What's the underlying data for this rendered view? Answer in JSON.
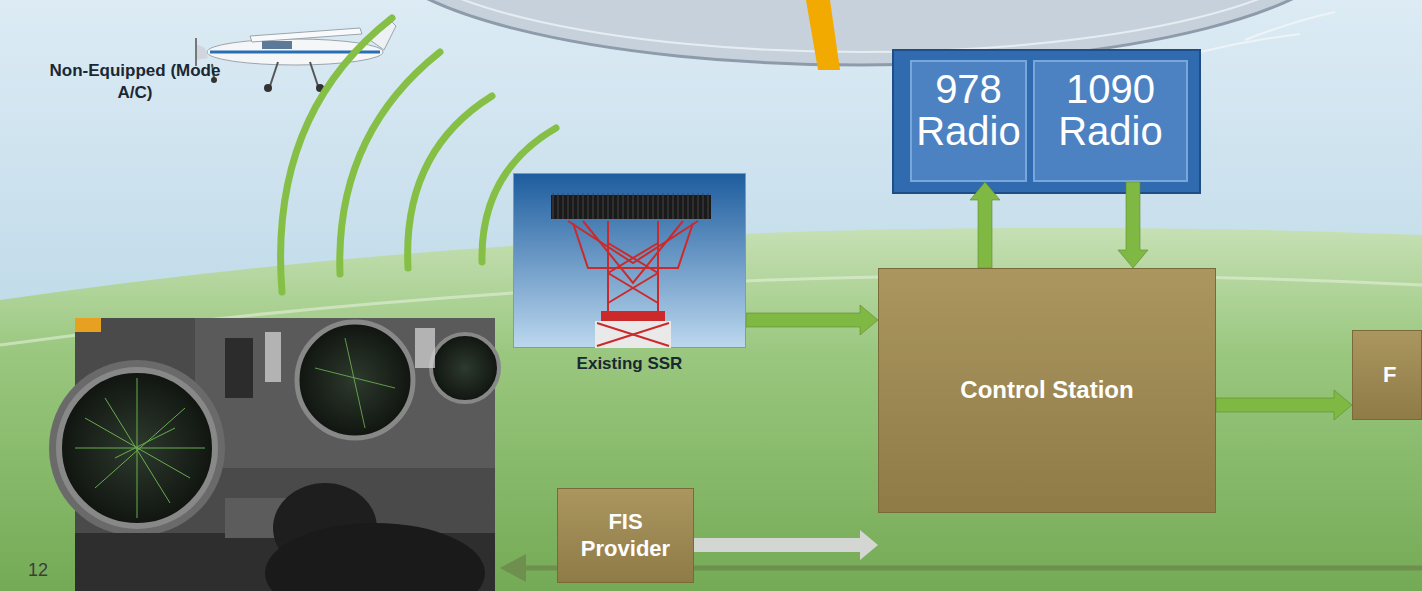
{
  "diagram": {
    "nodes": [
      {
        "text": [
          "978 Radio"
        ]
      },
      {
        "text": [
          "1090 Radio"
        ]
      },
      {
        "text": [
          "Existing SSR"
        ]
      },
      {
        "text": [
          "Control Station"
        ]
      },
      {
        "text": [
          "FIS Provider"
        ]
      },
      {
        "text": [
          "F"
        ]
      }
    ],
    "edges": [
      {
        "from": 2,
        "to": 3,
        "arrow": "to"
      },
      {
        "from": 4,
        "to": 3,
        "arrow": "to"
      },
      {
        "from": 3,
        "to": 0,
        "arrow": "to"
      },
      {
        "from": 1,
        "to": 3,
        "arrow": "to"
      },
      {
        "from": 3,
        "to": 5,
        "arrow": "to"
      }
    ],
    "labels": [
      "Non-Equipped (Mode A/C)",
      "12"
    ]
  }
}
